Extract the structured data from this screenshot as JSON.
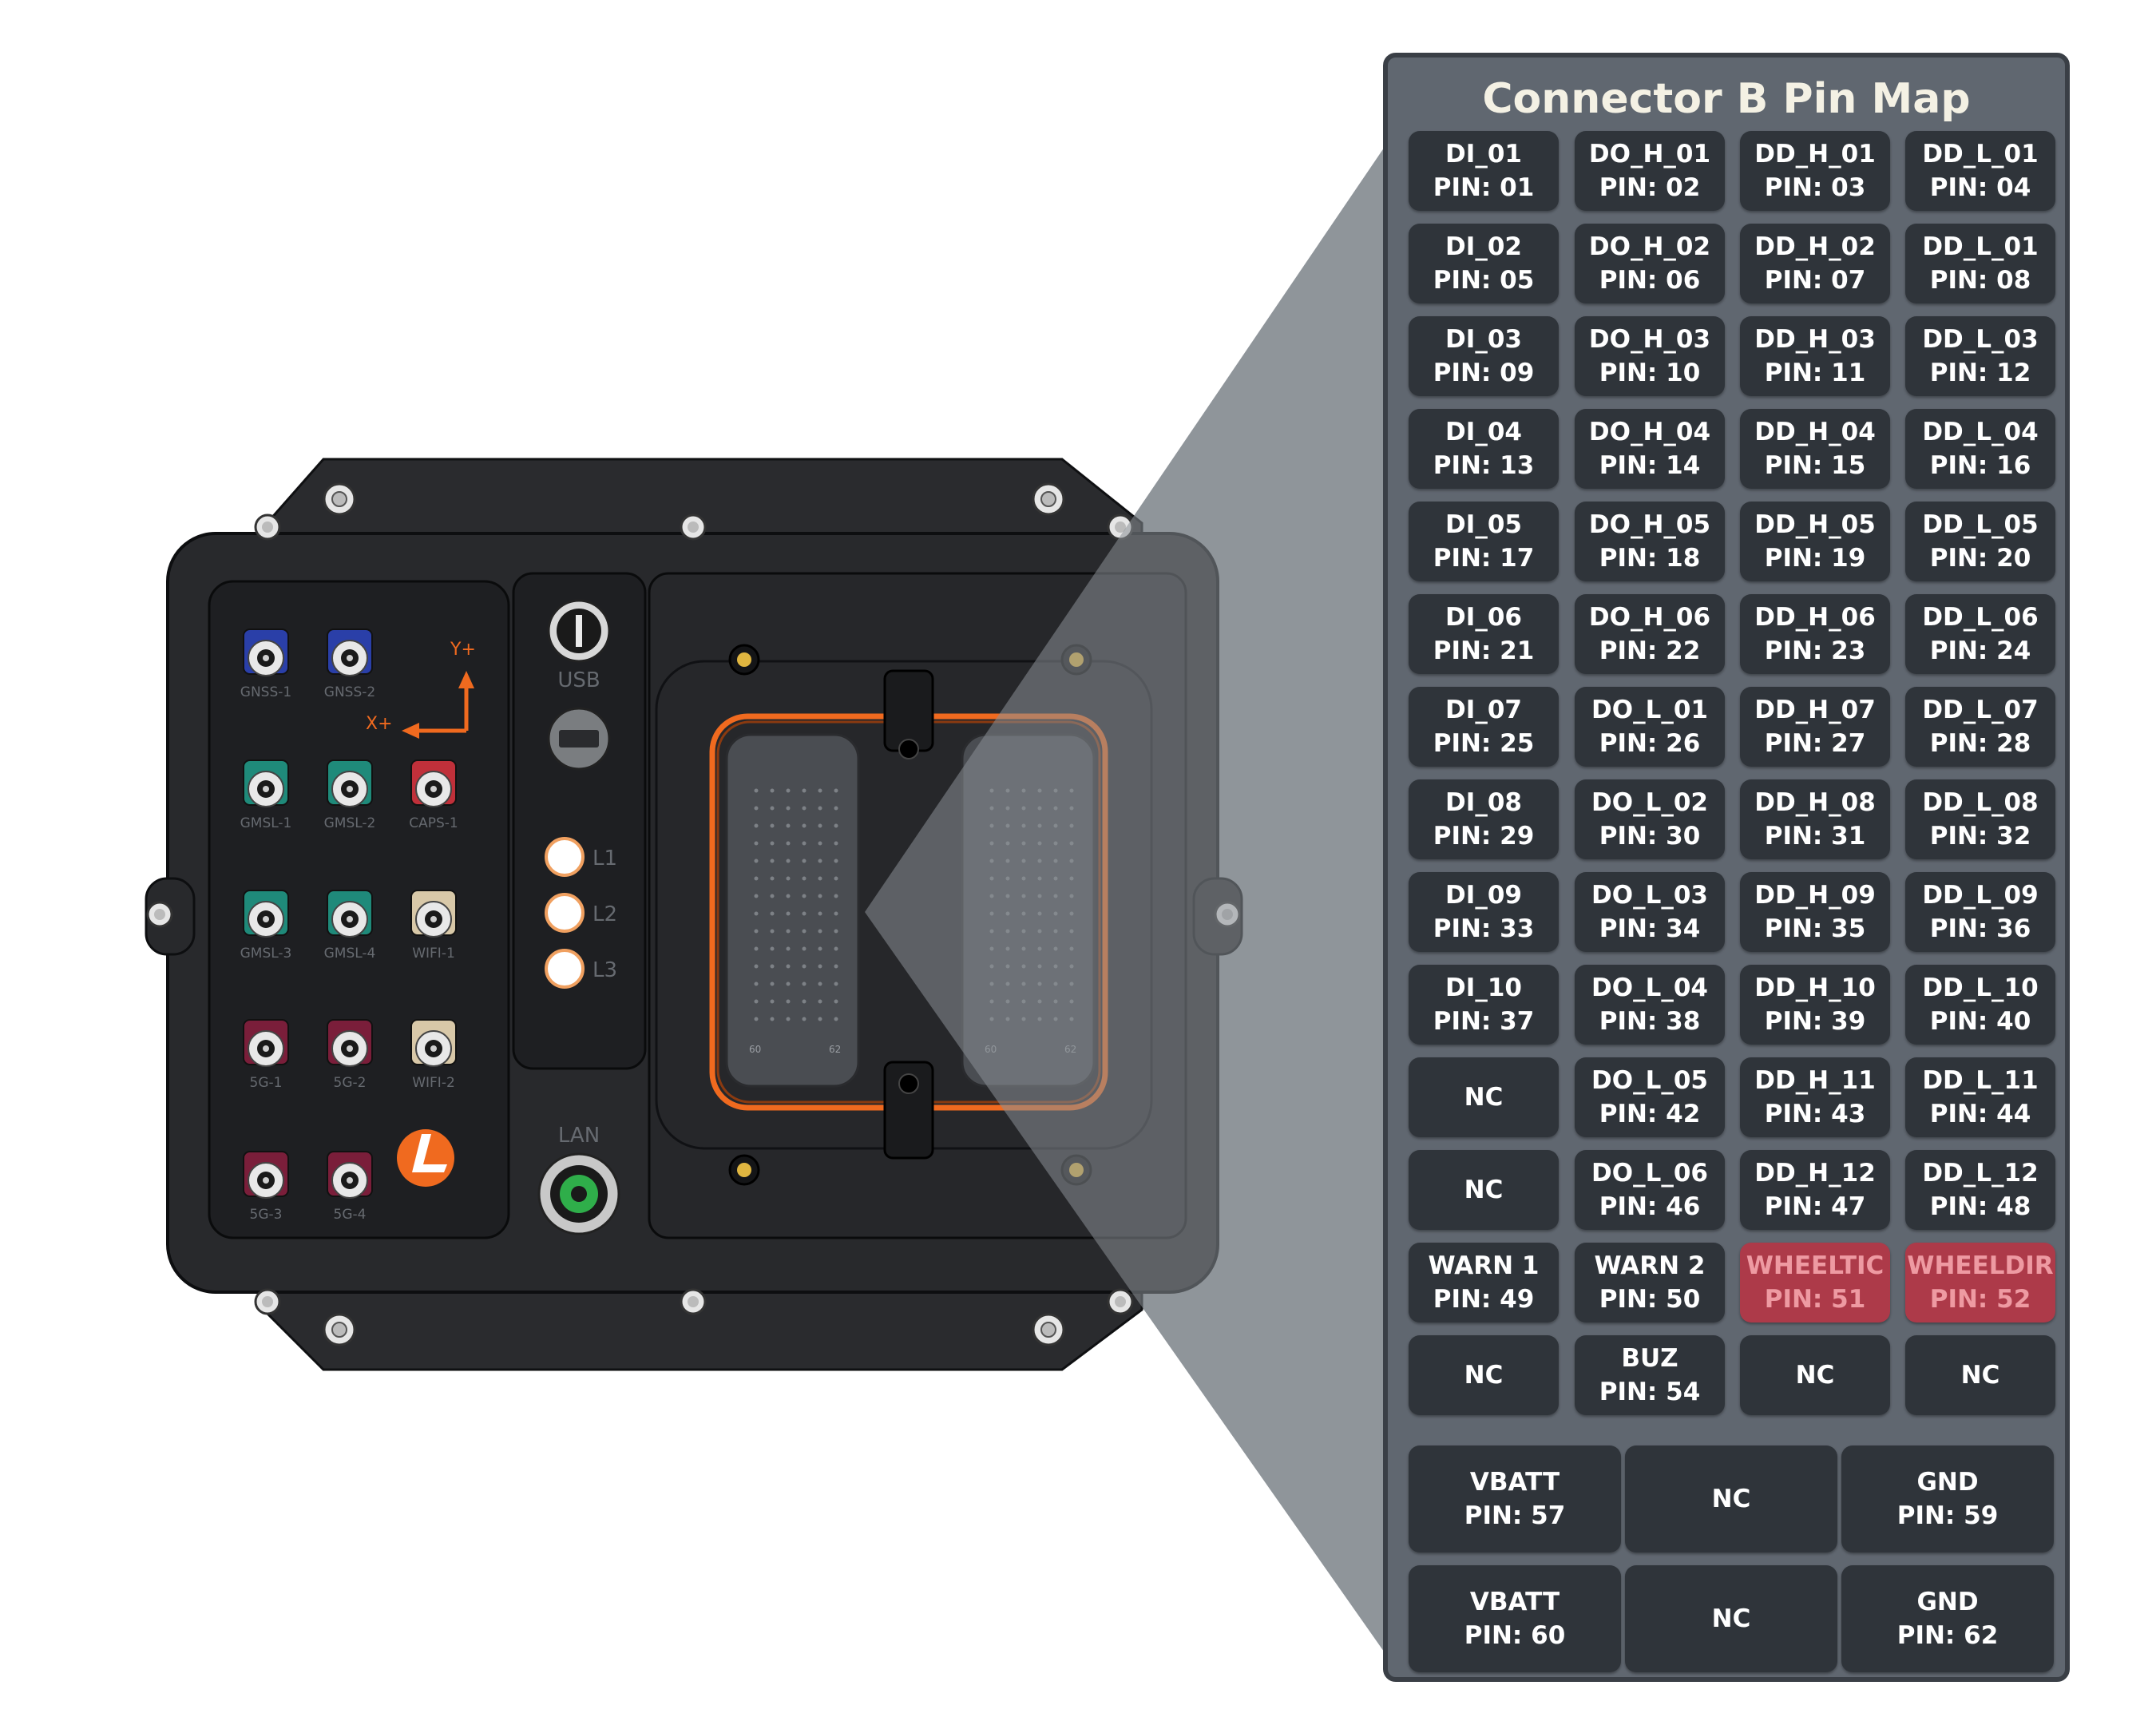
{
  "title": "Connector B Pin Map",
  "device": {
    "ports": [
      {
        "id": "GNSS-1",
        "color": "#2a3fa8"
      },
      {
        "id": "GNSS-2",
        "color": "#2a3fa8"
      },
      {
        "id": "GMSL-1",
        "color": "#1f8a7a"
      },
      {
        "id": "GMSL-2",
        "color": "#1f8a7a"
      },
      {
        "id": "CAPS-1",
        "color": "#c0303a"
      },
      {
        "id": "GMSL-3",
        "color": "#1f8a7a"
      },
      {
        "id": "GMSL-4",
        "color": "#1f8a7a"
      },
      {
        "id": "WIFI-1",
        "color": "#d8c8a8"
      },
      {
        "id": "5G-1",
        "color": "#7a1e3a"
      },
      {
        "id": "5G-2",
        "color": "#7a1e3a"
      },
      {
        "id": "WIFI-2",
        "color": "#d8c8a8"
      },
      {
        "id": "5G-3",
        "color": "#7a1e3a"
      },
      {
        "id": "5G-4",
        "color": "#7a1e3a"
      }
    ],
    "usb_label": "USB",
    "lan_label": "LAN",
    "leds": [
      "L1",
      "L2",
      "L3"
    ],
    "axis": {
      "y": "Y+",
      "x": "X+"
    },
    "connector_pins_left": {
      "left": "60",
      "right": "62"
    },
    "connector_pins_right": {
      "left": "60",
      "right": "62"
    },
    "accent_color": "#f06a1f"
  },
  "pin_rows": [
    [
      {
        "name": "DI_01",
        "pin": "PIN: 01"
      },
      {
        "name": "DO_H_01",
        "pin": "PIN: 02"
      },
      {
        "name": "DD_H_01",
        "pin": "PIN: 03"
      },
      {
        "name": "DD_L_01",
        "pin": "PIN: 04"
      }
    ],
    [
      {
        "name": "DI_02",
        "pin": "PIN: 05"
      },
      {
        "name": "DO_H_02",
        "pin": "PIN: 06"
      },
      {
        "name": "DD_H_02",
        "pin": "PIN: 07"
      },
      {
        "name": "DD_L_01",
        "pin": "PIN: 08"
      }
    ],
    [
      {
        "name": "DI_03",
        "pin": "PIN: 09"
      },
      {
        "name": "DO_H_03",
        "pin": "PIN: 10"
      },
      {
        "name": "DD_H_03",
        "pin": "PIN: 11"
      },
      {
        "name": "DD_L_03",
        "pin": "PIN: 12"
      }
    ],
    [
      {
        "name": "DI_04",
        "pin": "PIN: 13"
      },
      {
        "name": "DO_H_04",
        "pin": "PIN: 14"
      },
      {
        "name": "DD_H_04",
        "pin": "PIN: 15"
      },
      {
        "name": "DD_L_04",
        "pin": "PIN: 16"
      }
    ],
    [
      {
        "name": "DI_05",
        "pin": "PIN: 17"
      },
      {
        "name": "DO_H_05",
        "pin": "PIN: 18"
      },
      {
        "name": "DD_H_05",
        "pin": "PIN: 19"
      },
      {
        "name": "DD_L_05",
        "pin": "PIN: 20"
      }
    ],
    [
      {
        "name": "DI_06",
        "pin": "PIN: 21"
      },
      {
        "name": "DO_H_06",
        "pin": "PIN: 22"
      },
      {
        "name": "DD_H_06",
        "pin": "PIN: 23"
      },
      {
        "name": "DD_L_06",
        "pin": "PIN: 24"
      }
    ],
    [
      {
        "name": "DI_07",
        "pin": "PIN: 25"
      },
      {
        "name": "DO_L_01",
        "pin": "PIN: 26"
      },
      {
        "name": "DD_H_07",
        "pin": "PIN: 27"
      },
      {
        "name": "DD_L_07",
        "pin": "PIN: 28"
      }
    ],
    [
      {
        "name": "DI_08",
        "pin": "PIN: 29"
      },
      {
        "name": "DO_L_02",
        "pin": "PIN: 30"
      },
      {
        "name": "DD_H_08",
        "pin": "PIN: 31"
      },
      {
        "name": "DD_L_08",
        "pin": "PIN: 32"
      }
    ],
    [
      {
        "name": "DI_09",
        "pin": "PIN: 33"
      },
      {
        "name": "DO_L_03",
        "pin": "PIN: 34"
      },
      {
        "name": "DD_H_09",
        "pin": "PIN: 35"
      },
      {
        "name": "DD_L_09",
        "pin": "PIN: 36"
      }
    ],
    [
      {
        "name": "DI_10",
        "pin": "PIN: 37"
      },
      {
        "name": "DO_L_04",
        "pin": "PIN: 38"
      },
      {
        "name": "DD_H_10",
        "pin": "PIN: 39"
      },
      {
        "name": "DD_L_10",
        "pin": "PIN: 40"
      }
    ],
    [
      {
        "name": "NC",
        "pin": ""
      },
      {
        "name": "DO_L_05",
        "pin": "PIN: 42"
      },
      {
        "name": "DD_H_11",
        "pin": "PIN: 43"
      },
      {
        "name": "DD_L_11",
        "pin": "PIN: 44"
      }
    ],
    [
      {
        "name": "NC",
        "pin": ""
      },
      {
        "name": "DO_L_06",
        "pin": "PIN: 46"
      },
      {
        "name": "DD_H_12",
        "pin": "PIN: 47"
      },
      {
        "name": "DD_L_12",
        "pin": "PIN: 48"
      }
    ],
    [
      {
        "name": "WARN 1",
        "pin": "PIN: 49"
      },
      {
        "name": "WARN 2",
        "pin": "PIN: 50"
      },
      {
        "name": "WHEELTIC",
        "pin": "PIN: 51",
        "highlight": true
      },
      {
        "name": "WHEELDIR",
        "pin": "PIN: 52",
        "highlight": true
      }
    ],
    [
      {
        "name": "NC",
        "pin": ""
      },
      {
        "name": "BUZ",
        "pin": "PIN: 54"
      },
      {
        "name": "NC",
        "pin": ""
      },
      {
        "name": "NC",
        "pin": ""
      }
    ]
  ],
  "power_rows": [
    [
      {
        "name": "VBATT",
        "pin": "PIN: 57"
      },
      {
        "name": "NC",
        "pin": ""
      },
      {
        "name": "GND",
        "pin": "PIN: 59"
      }
    ],
    [
      {
        "name": "VBATT",
        "pin": "PIN: 60"
      },
      {
        "name": "NC",
        "pin": ""
      },
      {
        "name": "GND",
        "pin": "PIN: 62"
      }
    ]
  ],
  "colors": {
    "panel_bg": "#606770",
    "cell_bg": "#2f343a",
    "highlight_bg": "#ad3a49",
    "highlight_text": "#ee9aa2",
    "title_text": "#f4f1e4",
    "callout": "#7e858c"
  }
}
